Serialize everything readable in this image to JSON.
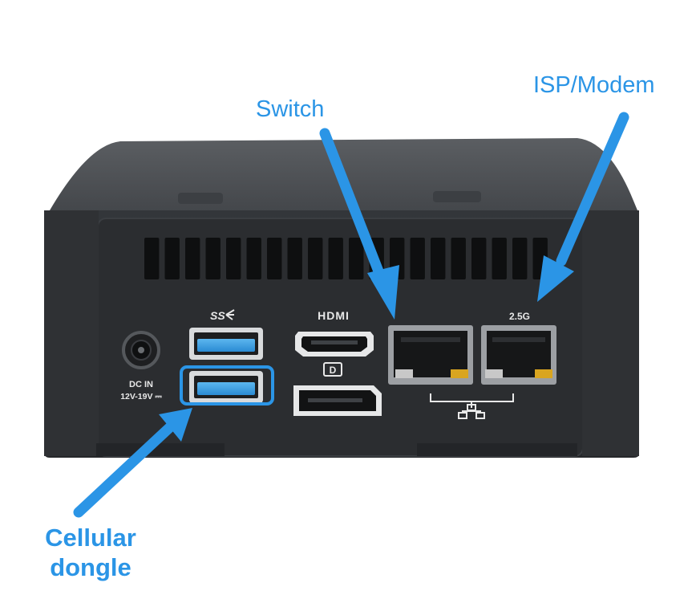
{
  "annotations": {
    "switch": "Switch",
    "isp_modem": "ISP/Modem",
    "cellular_line1": "Cellular",
    "cellular_line2": "dongle"
  },
  "device_markings": {
    "usb_logo": "SS",
    "hdmi_logo": "HDMI",
    "displayport_logo": "D",
    "dc_in_line1": "DC IN",
    "dc_in_line2": "12V-19V ⎓",
    "lan_speed": "2.5G"
  },
  "colors": {
    "annotation": "#2b95e6",
    "device_body": "#2e3033",
    "usb_blue": "#3ba0e6"
  },
  "icons": [
    "network-icon",
    "usb-logo",
    "hdmi-logo",
    "displayport-logo"
  ]
}
